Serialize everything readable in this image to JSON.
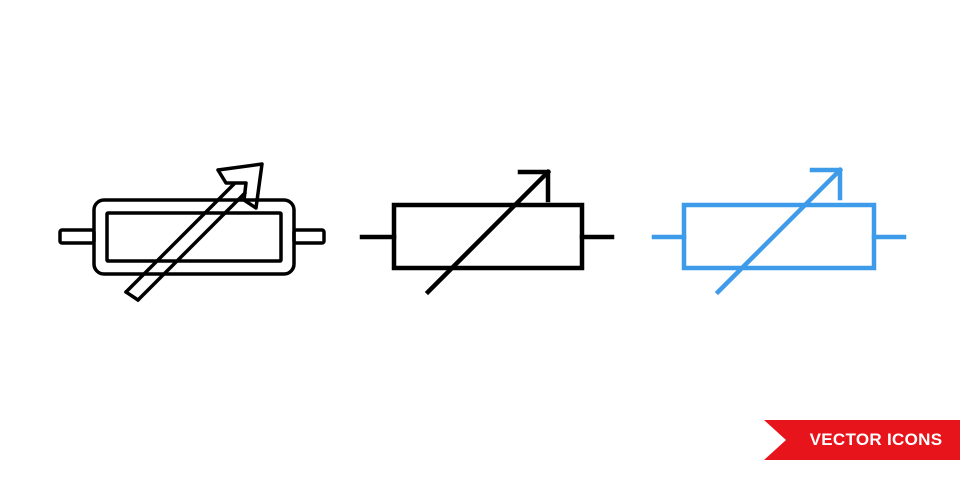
{
  "icons": [
    {
      "name": "variable-resistor-outline-icon",
      "style": "outline",
      "color": "#000000"
    },
    {
      "name": "variable-resistor-line-icon",
      "style": "line",
      "color": "#000000"
    },
    {
      "name": "variable-resistor-color-icon",
      "style": "line",
      "color": "#3d9be9"
    }
  ],
  "badge": {
    "label": "VECTOR ICONS",
    "color": "#e8141b"
  }
}
